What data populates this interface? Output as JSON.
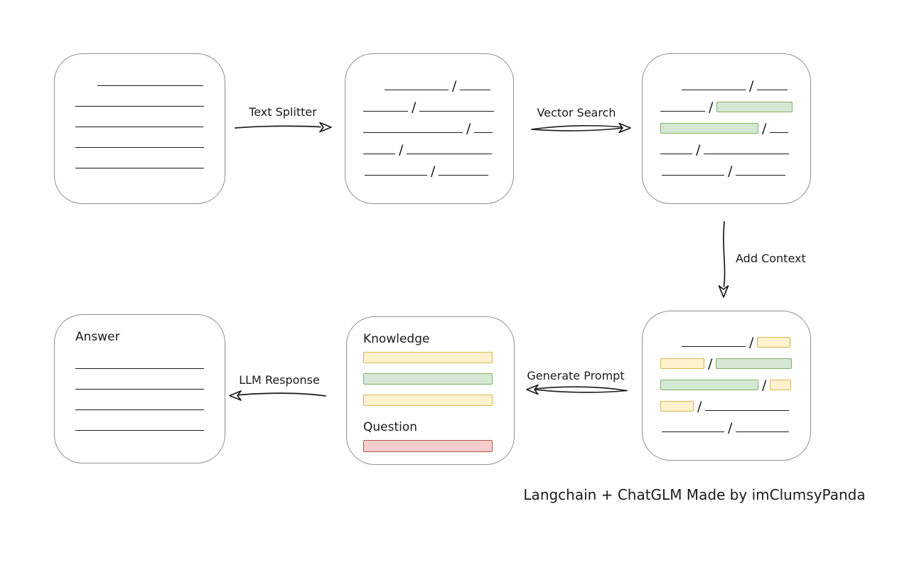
{
  "colors": {
    "background": "#ffffff",
    "ink": "#1a1a1a",
    "box_border": "#909090",
    "green_fill": "#d5e8d4",
    "green_border": "#82b366",
    "yellow_fill": "#fff2cc",
    "yellow_border": "#d6b656",
    "red_fill": "#f8cecc",
    "red_border": "#b85450"
  },
  "flow": {
    "arrow_labels": {
      "text_splitter": "Text Splitter",
      "vector_search": "Vector Search",
      "add_context": "Add Context",
      "generate_prompt": "Generate Prompt",
      "llm_response": "LLM Response"
    },
    "box_labels": {
      "knowledge": "Knowledge",
      "question": "Question",
      "answer": "Answer"
    },
    "caption": "Langchain + ChatGLM Made by imClumsyPanda"
  },
  "boxes": {
    "document": {
      "rows": [
        {
          "indent": 31,
          "segs": [
            {
              "t": "line",
              "w": 149
            }
          ]
        },
        {
          "segs": [
            {
              "t": "line",
              "w": 181
            }
          ]
        },
        {
          "segs": [
            {
              "t": "line",
              "w": 180
            }
          ]
        },
        {
          "segs": [
            {
              "t": "line",
              "w": 181
            }
          ]
        },
        {
          "segs": [
            {
              "t": "line",
              "w": 181
            }
          ]
        }
      ]
    },
    "chunks": {
      "rows": [
        {
          "indent": 30,
          "segs": [
            {
              "t": "line",
              "w": 90
            },
            {
              "t": "slash"
            },
            {
              "t": "line",
              "w": 43
            }
          ]
        },
        {
          "segs": [
            {
              "t": "line",
              "w": 63
            },
            {
              "t": "slash"
            },
            {
              "t": "line",
              "w": 105
            }
          ]
        },
        {
          "segs": [
            {
              "t": "line",
              "w": 140
            },
            {
              "t": "slash"
            },
            {
              "t": "line",
              "w": 26
            }
          ]
        },
        {
          "segs": [
            {
              "t": "line",
              "w": 45
            },
            {
              "t": "slash"
            },
            {
              "t": "line",
              "w": 120
            }
          ]
        },
        {
          "indent": 2,
          "segs": [
            {
              "t": "line",
              "w": 88
            },
            {
              "t": "slash"
            },
            {
              "t": "line",
              "w": 70
            }
          ]
        }
      ]
    },
    "retrieved": {
      "rows": [
        {
          "indent": 30,
          "segs": [
            {
              "t": "line",
              "w": 90
            },
            {
              "t": "slash"
            },
            {
              "t": "line",
              "w": 43
            }
          ]
        },
        {
          "segs": [
            {
              "t": "line",
              "w": 63
            },
            {
              "t": "slash"
            },
            {
              "t": "green",
              "w": 107
            }
          ]
        },
        {
          "segs": [
            {
              "t": "green",
              "w": 138
            },
            {
              "t": "slash"
            },
            {
              "t": "line",
              "w": 26
            }
          ]
        },
        {
          "segs": [
            {
              "t": "line",
              "w": 45
            },
            {
              "t": "slash"
            },
            {
              "t": "line",
              "w": 120
            }
          ]
        },
        {
          "indent": 2,
          "segs": [
            {
              "t": "line",
              "w": 88
            },
            {
              "t": "slash"
            },
            {
              "t": "line",
              "w": 70
            }
          ]
        }
      ]
    },
    "context": {
      "rows": [
        {
          "indent": 30,
          "segs": [
            {
              "t": "line",
              "w": 90
            },
            {
              "t": "slash"
            },
            {
              "t": "yellow",
              "w": 47
            }
          ]
        },
        {
          "segs": [
            {
              "t": "yellow",
              "w": 62
            },
            {
              "t": "slash"
            },
            {
              "t": "green",
              "w": 107
            }
          ]
        },
        {
          "segs": [
            {
              "t": "green",
              "w": 138
            },
            {
              "t": "slash"
            },
            {
              "t": "yellow",
              "w": 30
            }
          ]
        },
        {
          "segs": [
            {
              "t": "yellow",
              "w": 47
            },
            {
              "t": "slash"
            },
            {
              "t": "line",
              "w": 118
            }
          ]
        },
        {
          "indent": 2,
          "segs": [
            {
              "t": "line",
              "w": 88
            },
            {
              "t": "slash"
            },
            {
              "t": "line",
              "w": 75
            }
          ]
        }
      ]
    },
    "prompt": {
      "knowledge_rows": [
        {
          "segs": [
            {
              "t": "yellow",
              "w": 182
            }
          ]
        },
        {
          "segs": [
            {
              "t": "green",
              "w": 182
            }
          ]
        },
        {
          "segs": [
            {
              "t": "yellow",
              "w": 182
            }
          ]
        }
      ],
      "question_rows": [
        {
          "segs": [
            {
              "t": "red",
              "w": 182
            }
          ]
        }
      ]
    },
    "answer": {
      "rows": [
        {
          "segs": [
            {
              "t": "line",
              "w": 181
            }
          ]
        },
        {
          "segs": [
            {
              "t": "line",
              "w": 181
            }
          ]
        },
        {
          "segs": [
            {
              "t": "line",
              "w": 181
            }
          ]
        },
        {
          "segs": [
            {
              "t": "line",
              "w": 181
            }
          ]
        }
      ]
    }
  }
}
